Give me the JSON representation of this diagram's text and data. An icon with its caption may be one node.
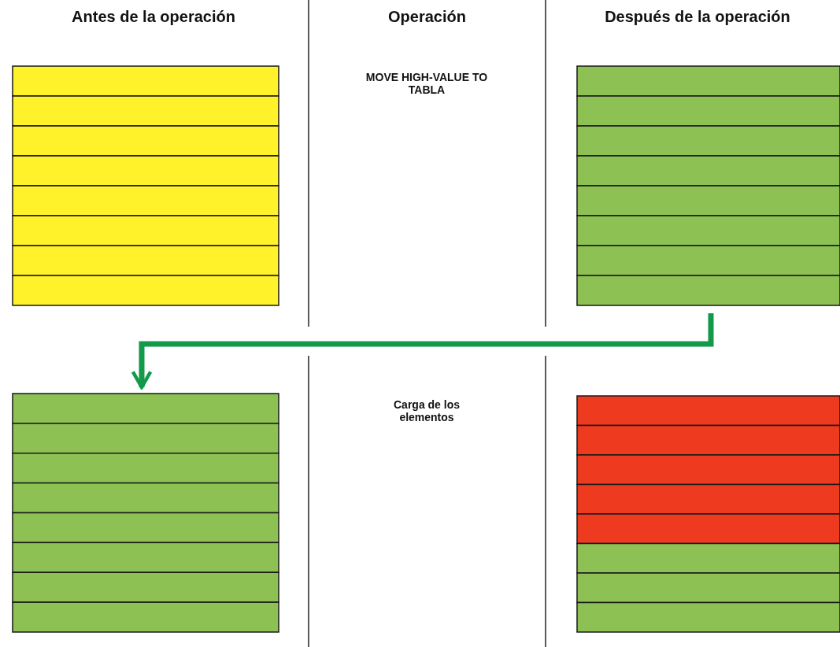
{
  "diagram": {
    "nodes": [
      {
        "text": [],
        "shape": "box"
      },
      {
        "text": [],
        "shape": "box"
      },
      {
        "text": [],
        "shape": "box"
      },
      {
        "text": [],
        "shape": "box"
      }
    ],
    "edges": [
      {
        "from": 1,
        "to": 2,
        "arrow": "to",
        "color": "#13994a"
      }
    ],
    "labels": [
      "Antes de la operación",
      "Operación",
      "Después de la operación",
      "MOVE HIGH-VALUE TO TABLA",
      "Carga de los elementos"
    ]
  }
}
